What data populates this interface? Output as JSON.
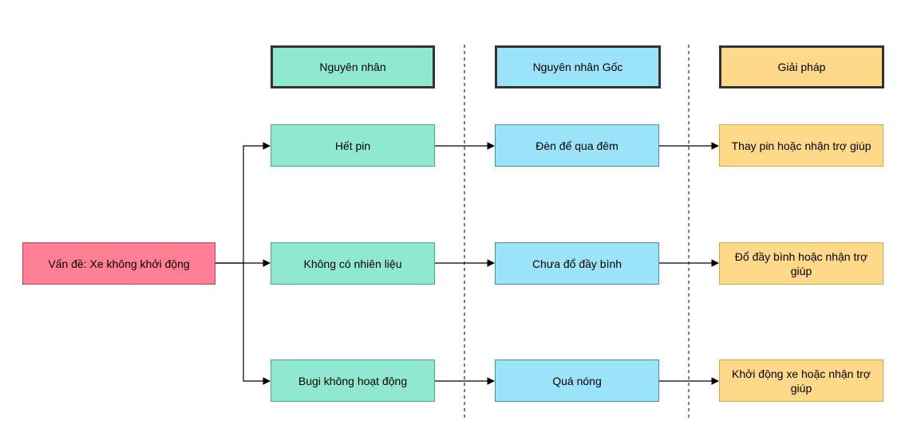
{
  "headers": {
    "cause": "Nguyên nhân",
    "root_cause": "Nguyên nhân Gốc",
    "solution": "Giải pháp"
  },
  "problem": "Vấn đề: Xe không khởi động",
  "rows": [
    {
      "cause": "Hết pin",
      "root_cause": "Đèn để qua đêm",
      "solution": "Thay pin hoặc nhận trợ giúp"
    },
    {
      "cause": "Không có nhiên liệu",
      "root_cause": "Chưa đổ đầy bình",
      "solution": "Đổ đầy bình hoặc nhận trợ giúp"
    },
    {
      "cause": "Bugi không hoạt động",
      "root_cause": "Quá nóng",
      "solution": "Khởi động xe hoặc nhận trợ giúp"
    }
  ],
  "colors": {
    "problem": "#ff7f95",
    "cause": "#91e8d1",
    "root_cause": "#9ae3f9",
    "solution": "#ffd98a",
    "connector": "#000000"
  }
}
